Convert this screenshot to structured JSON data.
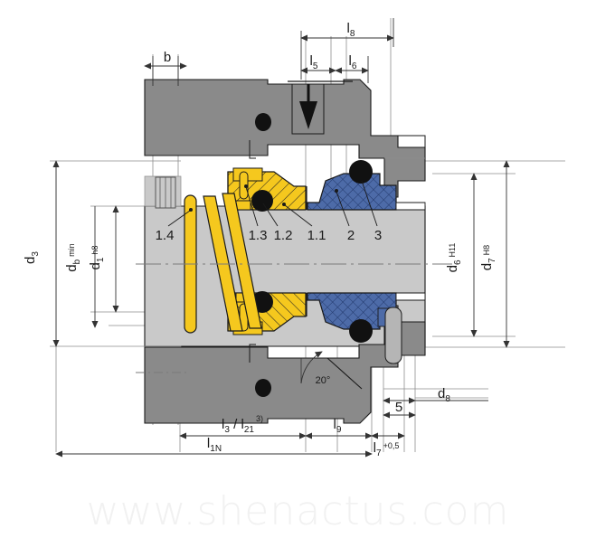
{
  "drawing": {
    "title": "Mechanical seal sectional assembly drawing",
    "watermark": "www.shenactus.com",
    "background": "#ffffff"
  },
  "colors": {
    "housing_gray": "#8a8a8a",
    "shaft_gray": "#c9c9c9",
    "seal_gold": "#f5c81e",
    "seal_gold_dark": "#e0a800",
    "seal_blue": "#4d6ba8",
    "seal_blue_hatch": "#2e4a80",
    "oring_black": "#111111",
    "line": "#1a1a1a",
    "dim_line": "#333333",
    "watermark": "#f1f1f1"
  },
  "dimensions": {
    "top": [
      {
        "id": "b",
        "base": "b",
        "sub": "",
        "sup": ""
      },
      {
        "id": "l5",
        "base": "l",
        "sub": "5",
        "sup": ""
      },
      {
        "id": "l6",
        "base": "l",
        "sub": "6",
        "sup": ""
      },
      {
        "id": "l8",
        "base": "l",
        "sub": "8",
        "sup": ""
      }
    ],
    "left": [
      {
        "id": "d3",
        "base": "d",
        "sub": "3",
        "suffix": ""
      },
      {
        "id": "db",
        "base": "d",
        "sub": "b",
        "suffix": "min"
      },
      {
        "id": "d1",
        "base": "d",
        "sub": "1",
        "suffix": "h8"
      }
    ],
    "right": [
      {
        "id": "d6",
        "base": "d",
        "sub": "6",
        "suffix": "H11"
      },
      {
        "id": "d7",
        "base": "d",
        "sub": "7",
        "suffix": "H8"
      }
    ],
    "bottom": [
      {
        "id": "l3_l21",
        "text": "l3 / l21 3)",
        "base": "l",
        "sub": "3",
        "sep": " / ",
        "base2": "l",
        "sub2": "21",
        "sup": "3)"
      },
      {
        "id": "l9",
        "base": "l",
        "sub": "9",
        "sup": ""
      },
      {
        "id": "five",
        "base": "5",
        "sub": "",
        "sup": ""
      },
      {
        "id": "l1N",
        "base": "l",
        "sub": "1N",
        "sup": ""
      },
      {
        "id": "l7",
        "base": "l",
        "sub": "7",
        "sup": "+0,5"
      },
      {
        "id": "d8",
        "base": "d",
        "sub": "8",
        "sup": ""
      }
    ]
  },
  "angles": [
    {
      "id": "chamfer-angle",
      "value": "20°"
    }
  ],
  "part_numbers": [
    {
      "id": "p14",
      "label": "1.4",
      "description": "spring"
    },
    {
      "id": "p13",
      "label": "1.3",
      "description": "drive pin"
    },
    {
      "id": "p12",
      "label": "1.2",
      "description": "o-ring"
    },
    {
      "id": "p11",
      "label": "1.1",
      "description": "rotating face"
    },
    {
      "id": "p2",
      "label": "2",
      "description": "stationary seat"
    },
    {
      "id": "p3",
      "label": "3",
      "description": "seat o-ring"
    }
  ]
}
